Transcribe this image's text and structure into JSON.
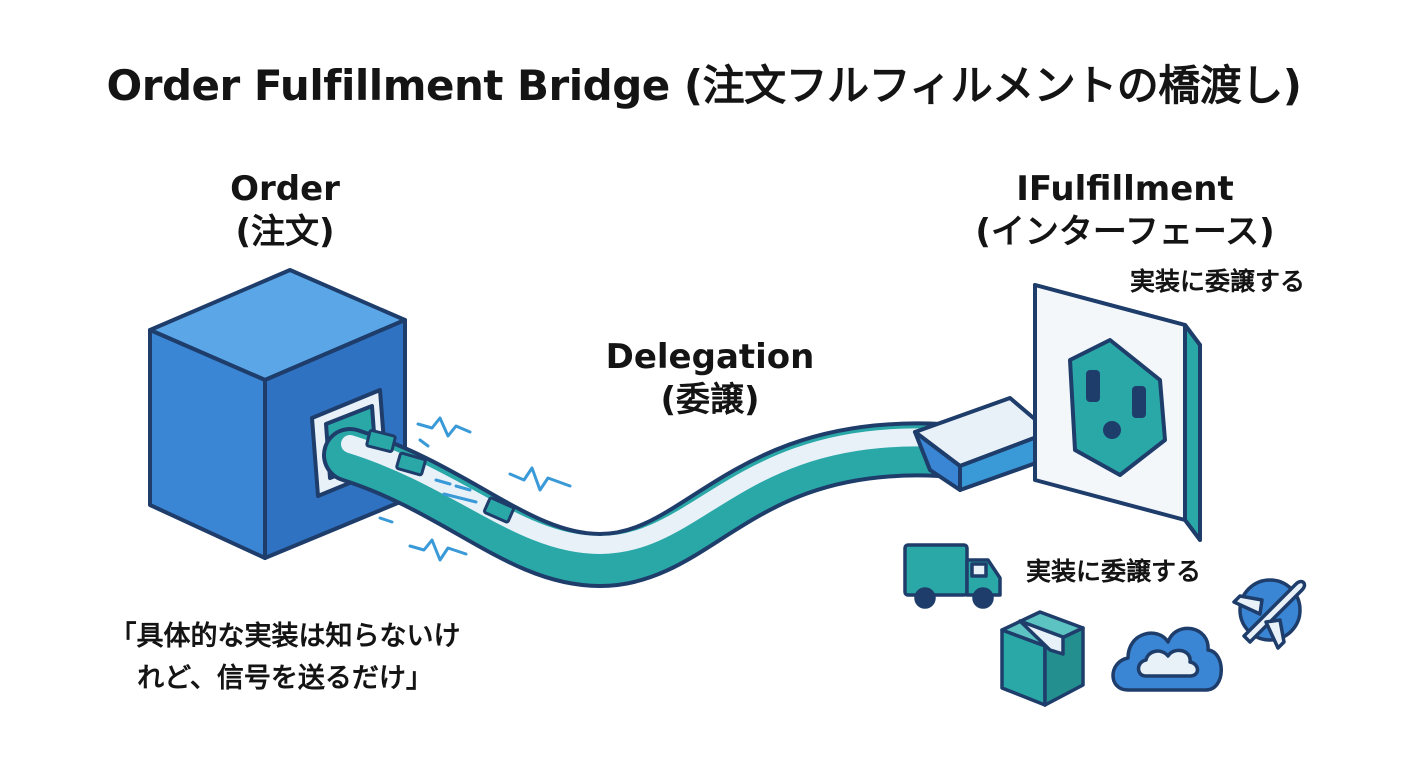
{
  "title": "Order Fulfillment Bridge (注文フルフィルメントの橋渡し)",
  "order": {
    "name": "Order",
    "sub": "(注文)"
  },
  "interface": {
    "name": "IFulfillment",
    "sub": "(インターフェース)",
    "impl_note": "実装に委譲する"
  },
  "delegation": {
    "name": "Delegation",
    "sub": "(委譲)"
  },
  "implementations": {
    "label": "実装に委譲する",
    "icons": [
      "truck-icon",
      "package-icon",
      "cloud-icon",
      "airplane-icon"
    ]
  },
  "quote": {
    "line1": "「具体的な実装は知らないけ",
    "line2": "れど、信号を送るだけ」"
  },
  "colors": {
    "cube": "#3a86d4",
    "cable": "#2aa8a8",
    "socket": "#2f9fa0",
    "outline": "#1e3d6b",
    "icon": "#2f9fa0"
  }
}
